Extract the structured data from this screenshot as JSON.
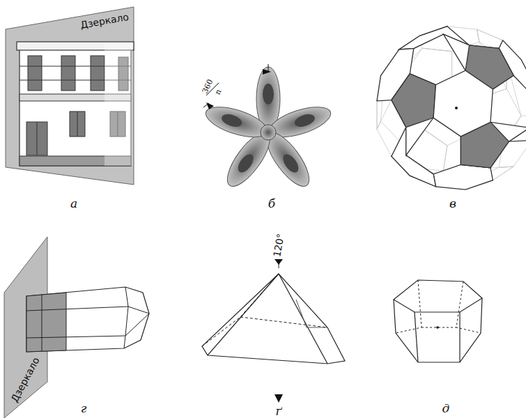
{
  "diagram": {
    "labels": [
      "Дзеркало",
      "360",
      "n",
      "а",
      "б",
      "в",
      "Дзеркало",
      "120°",
      "г",
      "ґ",
      "д"
    ]
  }
}
